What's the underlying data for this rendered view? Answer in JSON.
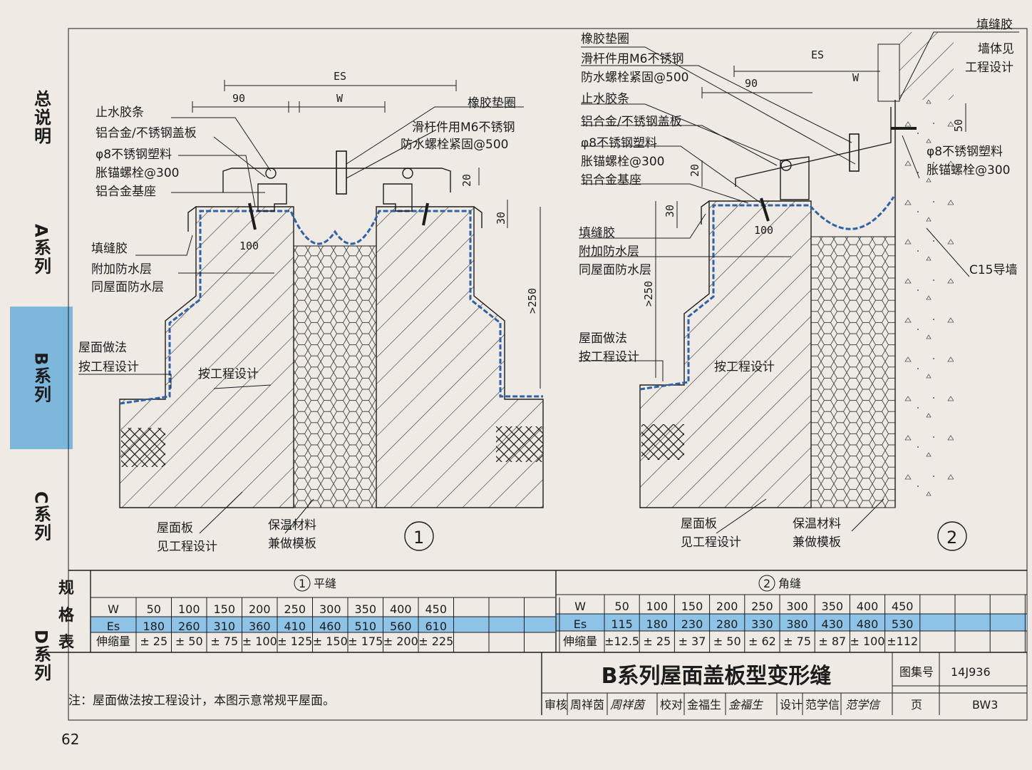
{
  "sidebar": {
    "tabs": [
      "总说明",
      "A系列",
      "B系列",
      "C系列",
      "D系列"
    ]
  },
  "detail1": {
    "marker": "1",
    "labels": {
      "stop_strip": "止水胶条",
      "cover": "铝合金/不锈钢盖板",
      "anchor_1": "φ8不锈钢塑料",
      "anchor_2": "胀锚螺栓@300",
      "base": "铝合金基座",
      "sealant": "填缝胶",
      "waterproof_1": "附加防水层",
      "waterproof_2": "同屋面防水层",
      "roof_1": "屋面做法",
      "roof_2": "按工程设计",
      "per_design": "按工程设计",
      "slab_1": "屋面板",
      "slab_2": "见工程设计",
      "insul_1": "保温材料",
      "insul_2": "兼做模板",
      "gasket": "橡胶垫圈",
      "bolt_1": "滑杆件用M6不锈钢",
      "bolt_2": "防水螺栓紧固@500"
    },
    "dims": {
      "es": "ES",
      "w": "W",
      "d90": "90",
      "d20": "20",
      "d30": "30",
      "d250": ">250",
      "d100": "100"
    }
  },
  "detail2": {
    "marker": "2",
    "labels": {
      "gasket": "橡胶垫圈",
      "bolt_1": "滑杆件用M6不锈钢",
      "bolt_2": "防水螺栓紧固@500",
      "stop_strip": "止水胶条",
      "cover": "铝合金/不锈钢盖板",
      "anchor_1": "φ8不锈钢塑料",
      "anchor_2": "胀锚螺栓@300",
      "base": "铝合金基座",
      "sealant": "填缝胶",
      "waterproof_1": "附加防水层",
      "waterproof_2": "同屋面防水层",
      "roof_1": "屋面做法",
      "roof_2": "按工程设计",
      "per_design": "按工程设计",
      "slab_1": "屋面板",
      "slab_2": "见工程设计",
      "insul_1": "保温材料",
      "insul_2": "兼做模板",
      "wall_sealant": "填缝胶",
      "wall_1": "墙体见",
      "wall_2": "工程设计",
      "r_anchor_1": "φ8不锈钢塑料",
      "r_anchor_2": "胀锚螺栓@300",
      "guide_wall": "C15导墙"
    },
    "dims": {
      "es": "ES",
      "w": "W",
      "d90": "90",
      "d50": "50",
      "d20": "20",
      "d30": "30",
      "d250": ">250",
      "d100": "100"
    }
  },
  "spec_table": {
    "label": "规格表",
    "flat": {
      "marker": "1",
      "title": "平缝",
      "row_labels": [
        "W",
        "Es",
        "伸缩量"
      ],
      "w": [
        "50",
        "100",
        "150",
        "200",
        "250",
        "300",
        "350",
        "400",
        "450"
      ],
      "es": [
        "180",
        "260",
        "310",
        "360",
        "410",
        "460",
        "510",
        "560",
        "610"
      ],
      "exp": [
        "± 25",
        "± 50",
        "± 75",
        "± 100",
        "± 125",
        "± 150",
        "± 175",
        "± 200",
        "± 225"
      ]
    },
    "corner": {
      "marker": "2",
      "title": "角缝",
      "row_labels": [
        "W",
        "Es",
        "伸缩量"
      ],
      "w": [
        "50",
        "100",
        "150",
        "200",
        "250",
        "300",
        "350",
        "400",
        "450"
      ],
      "es": [
        "115",
        "180",
        "230",
        "280",
        "330",
        "380",
        "430",
        "480",
        "530"
      ],
      "exp": [
        "±12.5",
        "± 25",
        "± 37",
        "± 50",
        "± 62",
        "± 75",
        "± 87",
        "± 100",
        "±112"
      ]
    }
  },
  "title_block": {
    "title": "B系列屋面盖板型变形缝",
    "atlas_label": "图集号",
    "atlas_no": "14J936",
    "page_label": "页",
    "page_no": "BW3",
    "roles": [
      "审核",
      "周祥茵",
      "校对",
      "金福生",
      "设计",
      "范学信"
    ],
    "signatures": [
      "周祥茵",
      "金福生",
      "范学信"
    ]
  },
  "note": "注：屋面做法按工程设计，本图示意常规平屋面。",
  "page_number": "62",
  "colors": {
    "highlight": "#8cc3e6",
    "tab": "#7eb7dc",
    "membrane": "#2d62a8",
    "paper": "#efeae4"
  }
}
